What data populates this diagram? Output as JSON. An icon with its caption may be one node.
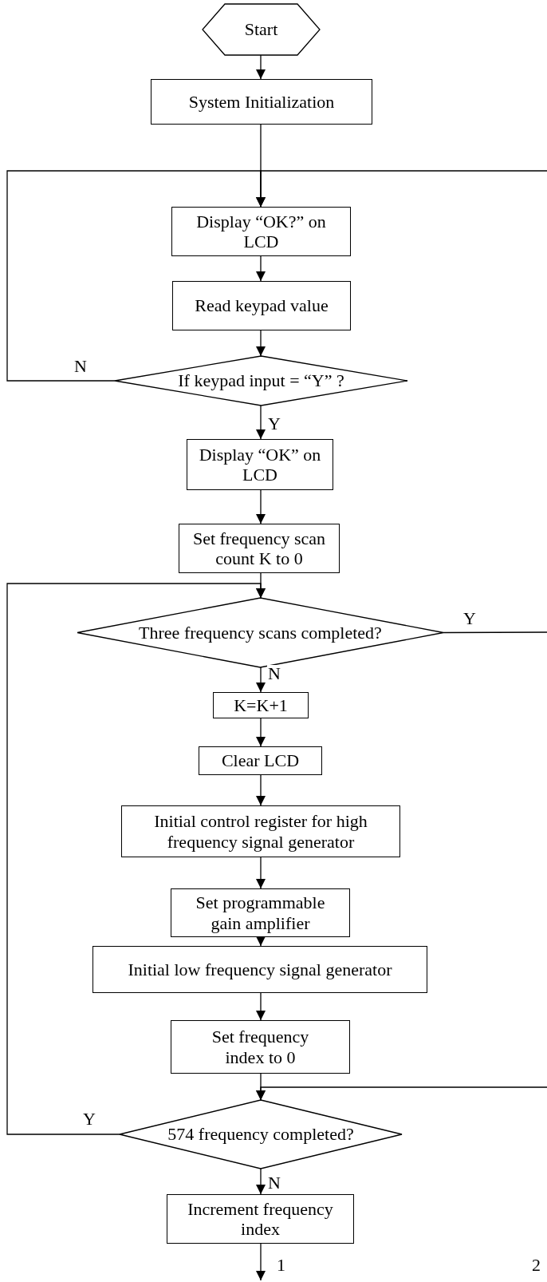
{
  "diagram": {
    "nodes": [
      {
        "text": [
          "Start"
        ]
      },
      {
        "text": [
          "System Initialization"
        ]
      },
      {
        "text": [
          "Display “OK?” on LCD"
        ]
      },
      {
        "text": [
          "Read keypad value"
        ]
      },
      {
        "text": [
          "If keypad input = “Y” ?"
        ]
      },
      {
        "text": [
          "Display “OK” on LCD"
        ]
      },
      {
        "text": [
          "Set frequency scan count K to 0"
        ]
      },
      {
        "text": [
          "Three frequency scans completed?"
        ]
      },
      {
        "text": [
          "K=K+1"
        ]
      },
      {
        "text": [
          "Clear LCD"
        ]
      },
      {
        "text": [
          "Initial control register for high frequency signal generator"
        ]
      },
      {
        "text": [
          "Set programmable gain amplifier"
        ]
      },
      {
        "text": [
          "Initial low frequency signal generator"
        ]
      },
      {
        "text": [
          "Set frequency index to 0"
        ]
      },
      {
        "text": [
          "574 frequency completed?"
        ]
      },
      {
        "text": [
          "Increment frequency index"
        ]
      }
    ],
    "edges": [
      {
        "from": 0,
        "to": 1,
        "arrow": "to"
      },
      {
        "from": 1,
        "to": 2,
        "arrow": "to"
      },
      {
        "from": 2,
        "to": 3,
        "arrow": "to"
      },
      {
        "from": 3,
        "to": 4,
        "arrow": "to"
      },
      {
        "from": 4,
        "to": 2,
        "label": "N",
        "arrow": "to"
      },
      {
        "from": null,
        "to": 2,
        "arrow": "to"
      },
      {
        "from": 4,
        "to": 5,
        "label": "Y",
        "arrow": "to"
      },
      {
        "from": 5,
        "to": 6,
        "arrow": "to"
      },
      {
        "from": 6,
        "to": 7,
        "arrow": "to"
      },
      {
        "from": 7,
        "to": null,
        "label": "Y",
        "arrow": "none"
      },
      {
        "from": 7,
        "to": 8,
        "label": "N",
        "arrow": "to"
      },
      {
        "from": 8,
        "to": 9,
        "arrow": "to"
      },
      {
        "from": 9,
        "to": 10,
        "arrow": "to"
      },
      {
        "from": 10,
        "to": 11,
        "arrow": "to"
      },
      {
        "from": 11,
        "to": 12,
        "arrow": "to"
      },
      {
        "from": 12,
        "to": 13,
        "arrow": "to"
      },
      {
        "from": 13,
        "to": 14,
        "arrow": "to"
      },
      {
        "from": null,
        "to": 14,
        "arrow": "to"
      },
      {
        "from": 14,
        "to": 7,
        "label": "Y",
        "arrow": "to"
      },
      {
        "from": 14,
        "to": 15,
        "label": "N",
        "arrow": "to"
      },
      {
        "from": 15,
        "to": null,
        "label": "1",
        "arrow": "to"
      }
    ],
    "labels": [
      "2"
    ]
  }
}
